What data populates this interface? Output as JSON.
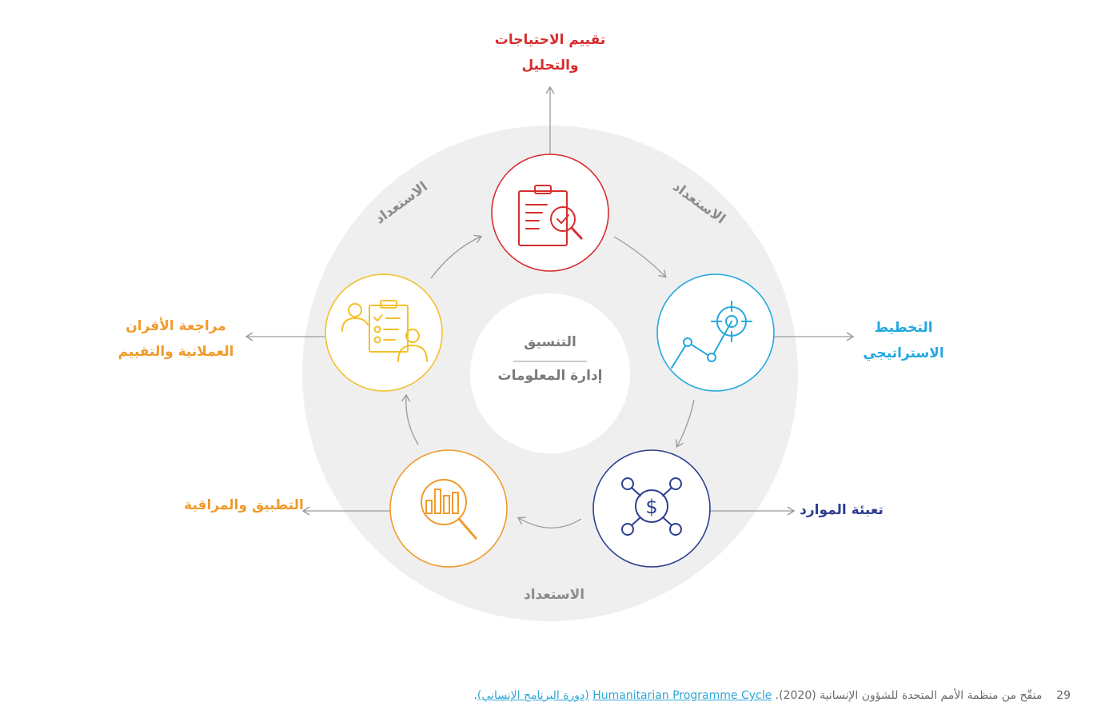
{
  "colors": {
    "red": "#d72d2d",
    "blue": "#24a8e0",
    "navy": "#2e3f8f",
    "orange": "#f19a2a",
    "yellow": "#f3c02b",
    "ring": "#efefef",
    "arrow": "#9a9a9a",
    "text_gray": "#8c8c8c"
  },
  "stages": [
    {
      "id": "needs",
      "label_line1": "تقييم الاحتياجات",
      "label_line2": "والتحليل",
      "icon": "clipboard-magnifier-icon"
    },
    {
      "id": "planning",
      "label_line1": "التخطيط",
      "label_line2": "الاستراتيجي",
      "icon": "target-line-chart-icon"
    },
    {
      "id": "resources",
      "label_line1": "تعبئة الموارد",
      "icon": "dollar-network-icon"
    },
    {
      "id": "monitoring",
      "label_line1": "التطبيق والمراقبة",
      "icon": "bar-chart-magnifier-icon"
    },
    {
      "id": "review",
      "label_line1": "مراجعة الأقران",
      "label_line2": "العملانية والتقييم",
      "icon": "people-checklist-icon"
    }
  ],
  "center": {
    "top": "التنسيق",
    "bottom": "إدارة المعلومات"
  },
  "preparedness": "الاستعداد",
  "footnote": {
    "number": "29",
    "text": "منقّح من منظمة الأمم المتحدة للشؤون الإنسانية (2020).",
    "link_en": "Humanitarian Programme Cycle",
    "link_ar": "(دورة البرنامج الإنساني)",
    "end": "."
  }
}
